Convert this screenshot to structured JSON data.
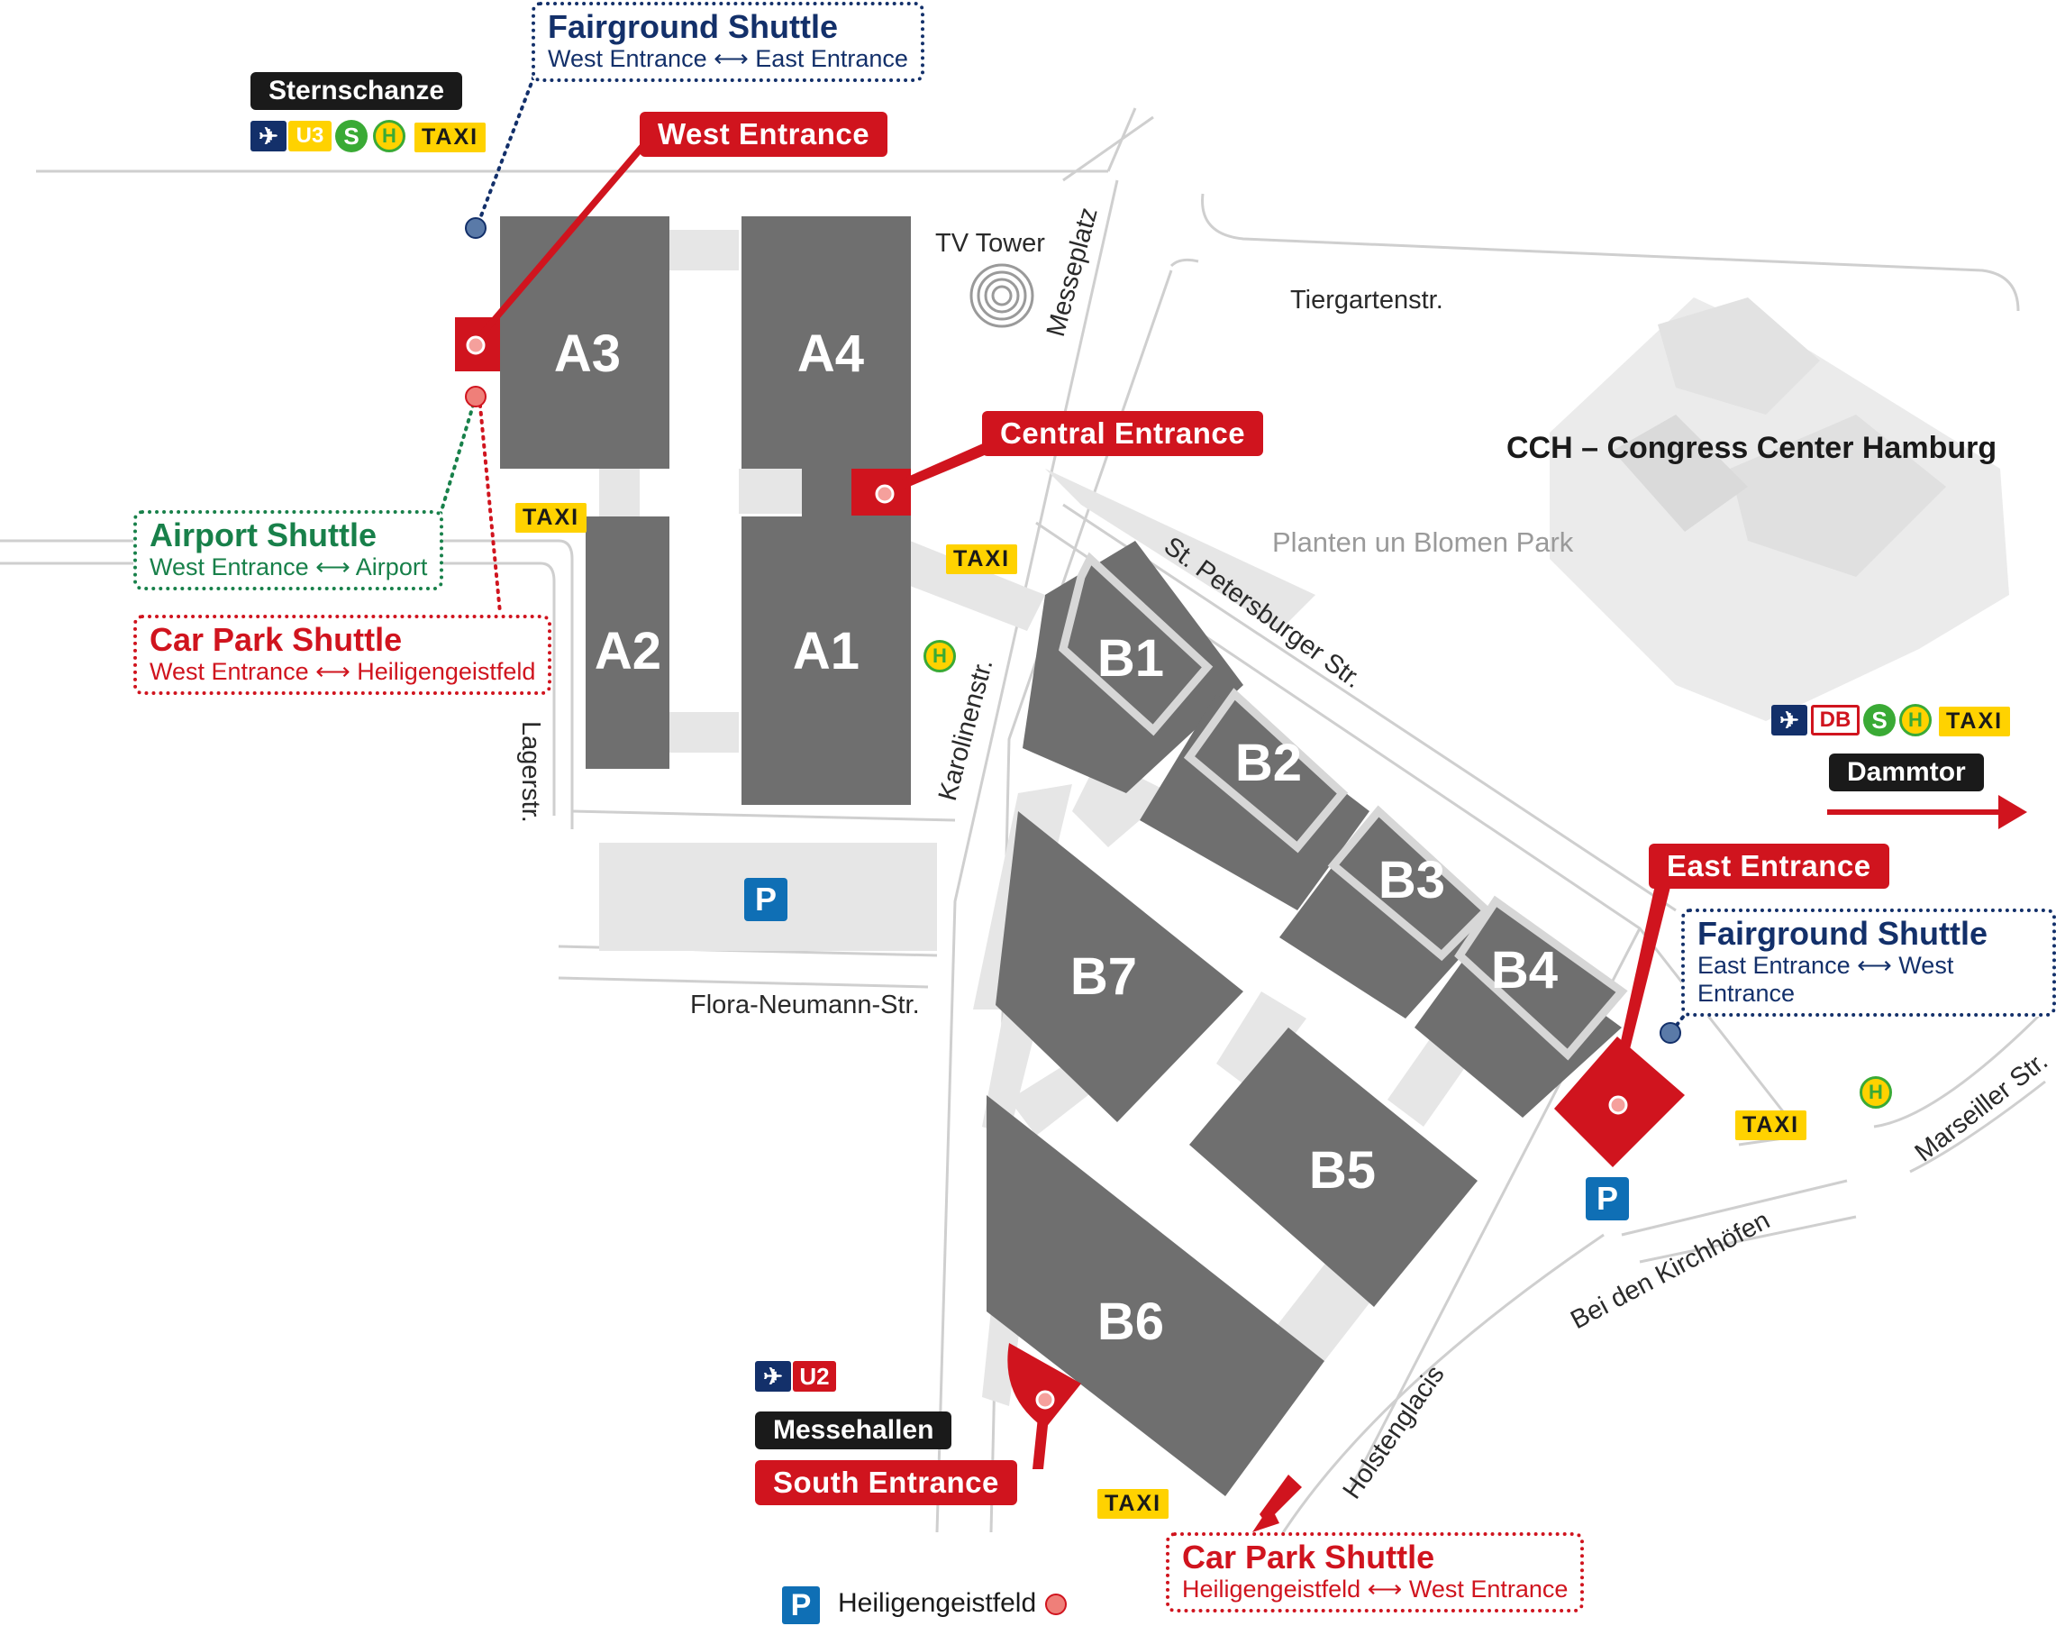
{
  "halls": {
    "a1": "A1",
    "a2": "A2",
    "a3": "A3",
    "a4": "A4",
    "b1": "B1",
    "b2": "B2",
    "b3": "B3",
    "b4": "B4",
    "b5": "B5",
    "b6": "B6",
    "b7": "B7"
  },
  "streets": {
    "messeplatz": "Messeplatz",
    "tiergarten": "Tiergartenstr.",
    "st_petersburger": "St. Petersburger Str.",
    "karolinen": "Karolinenstr.",
    "lager": "Lagerstr.",
    "flora": "Flora-Neumann-Str.",
    "kirchhoefen": "Bei den Kirchhöfen",
    "holstenglacis": "Holstenglacis",
    "marseiller": "Marseiller Str."
  },
  "places": {
    "tv_tower": "TV Tower",
    "cch": "CCH – Congress Center Hamburg",
    "planten": "Planten un Blomen Park",
    "heiligengeistfeld": "Heiligengeistfeld"
  },
  "entrances": {
    "west": "West Entrance",
    "central": "Central Entrance",
    "east": "East Entrance",
    "south": "South Entrance"
  },
  "stations": {
    "sternschanze": "Sternschanze",
    "dammtor": "Dammtor",
    "messehallen": "Messehallen"
  },
  "transit_icons": {
    "plane": "✈",
    "u3": "U3",
    "u2": "U2",
    "sbahn": "S",
    "bus": "H",
    "db": "DB",
    "taxi": "TAXI",
    "parking": "P"
  },
  "shuttles": {
    "fairground_top": {
      "title": "Fairground Shuttle",
      "route": "West Entrance ⟷ East Entrance"
    },
    "airport": {
      "title": "Airport Shuttle",
      "route": "West Entrance ⟷ Airport"
    },
    "carpark_west": {
      "title": "Car Park Shuttle",
      "route": "West Entrance ⟷ Heiligengeistfeld"
    },
    "fairground_east": {
      "title": "Fairground Shuttle",
      "route": "East Entrance ⟷ West Entrance"
    },
    "carpark_south": {
      "title": "Car Park Shuttle",
      "route": "Heiligengeistfeld ⟷ West Entrance"
    }
  },
  "colors": {
    "hall": "#6f6f6f",
    "entrance_red": "#d0141e",
    "shuttle_blue": "#13306a",
    "shuttle_green": "#18804a",
    "taxi_yellow": "#ffd200",
    "parking_blue": "#0f6fb5"
  }
}
